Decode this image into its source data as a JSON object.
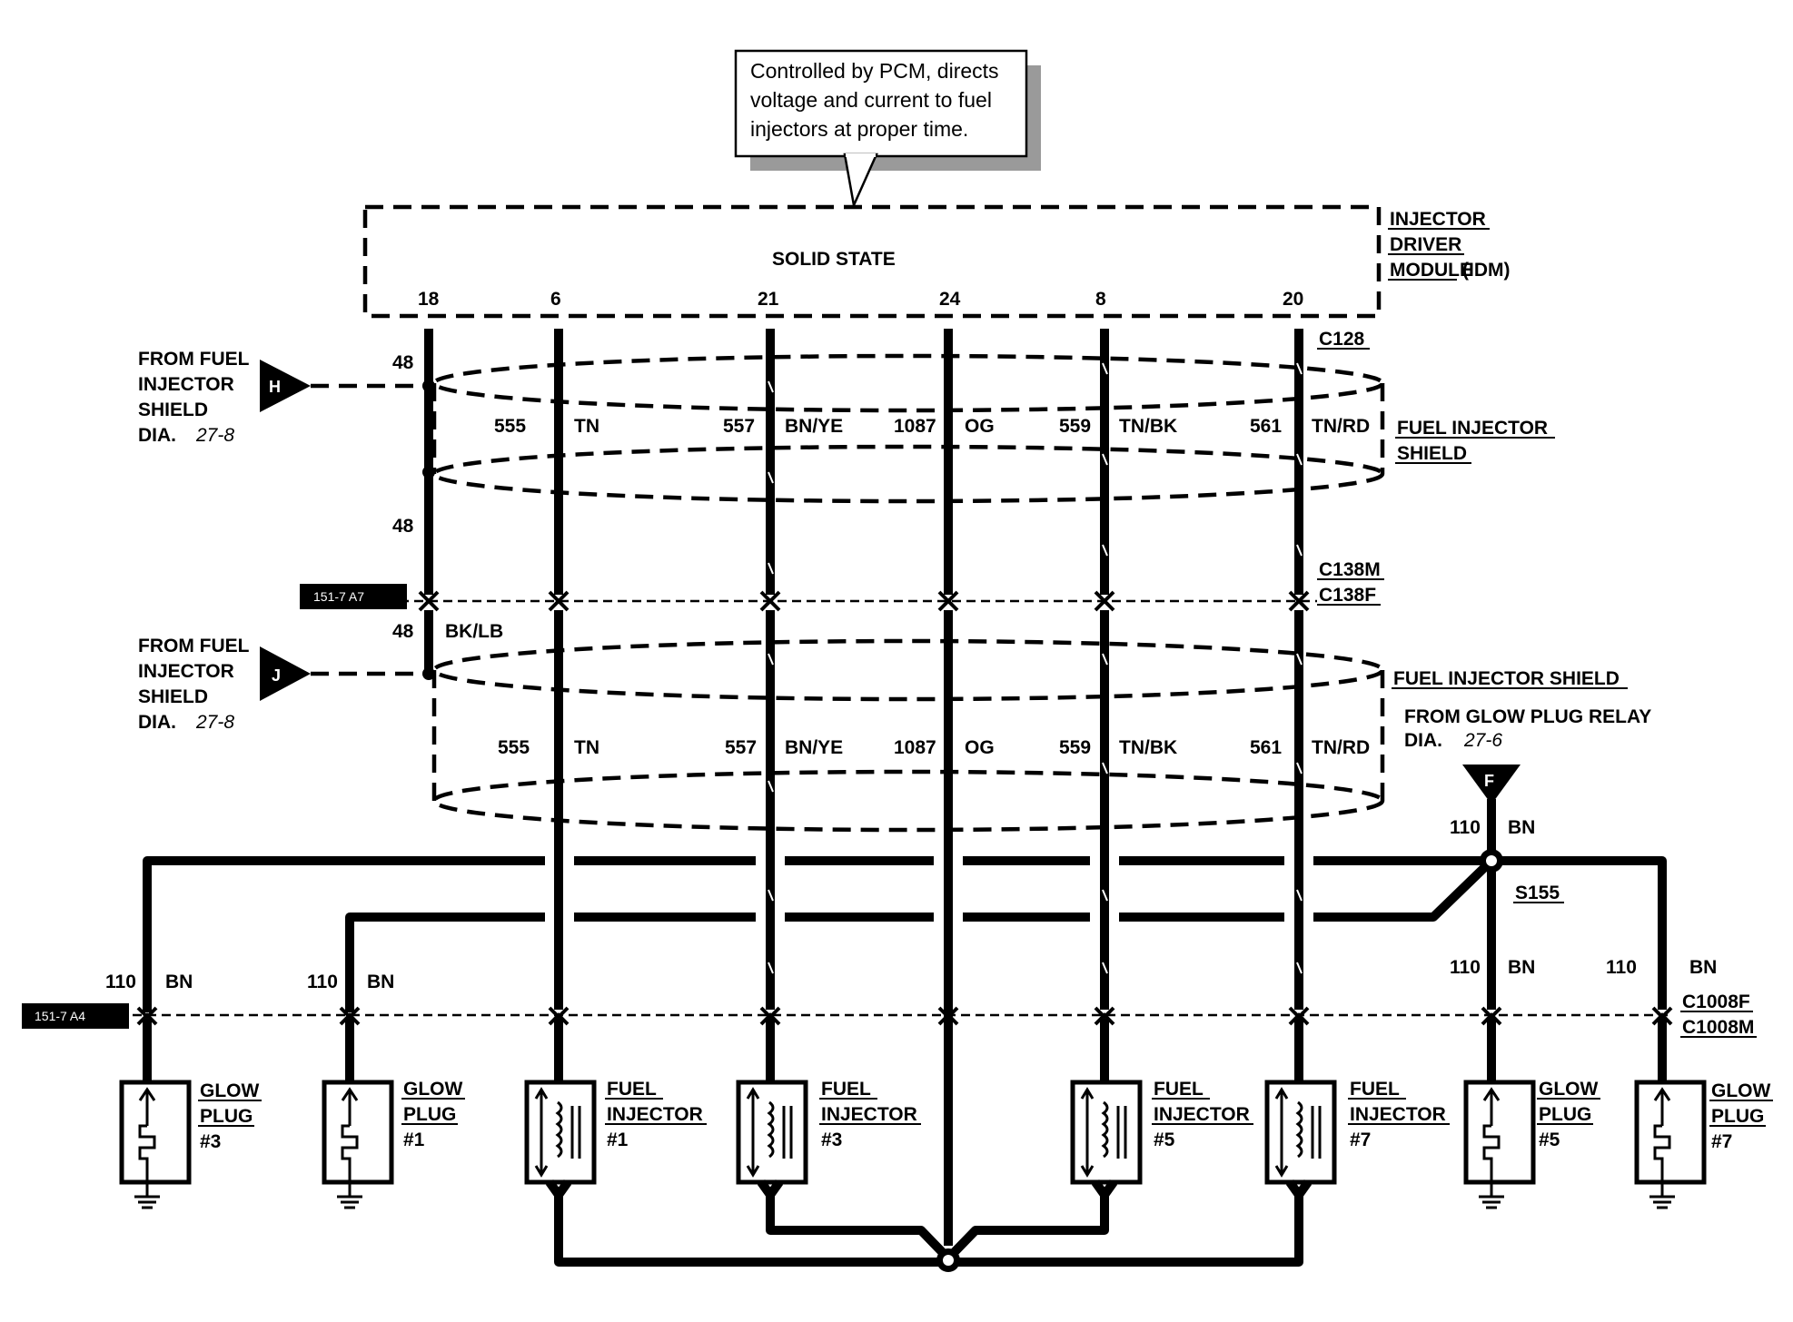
{
  "callout": {
    "line1": "Controlled by PCM, directs",
    "line2": "voltage and current to fuel",
    "line3": "injectors at proper time."
  },
  "module": {
    "title": "SOLID STATE",
    "name_line1": "INJECTOR",
    "name_line2": "DRIVER",
    "name_line3": "MODULE",
    "name_suffix": "(IDM)",
    "pins": [
      "18",
      "6",
      "21",
      "24",
      "8",
      "20"
    ]
  },
  "connectors": {
    "c128": "C128",
    "c138m": "C138M",
    "c138f": "C138F",
    "c1008f": "C1008F",
    "c1008m": "C1008M",
    "s155": "S155"
  },
  "refs": {
    "ref_top": "151-7 A7",
    "ref_bottom": "151-7 A4"
  },
  "shield_labels": {
    "top_line1": "FUEL INJECTOR",
    "top_line2": "SHIELD",
    "bottom": "FUEL INJECTOR SHIELD"
  },
  "from_shield_h": {
    "line1": "FROM FUEL",
    "line2": "INJECTOR",
    "line3": "SHIELD",
    "dia": "DIA.",
    "dia_num": "27-8",
    "letter": "H"
  },
  "from_shield_j": {
    "line1": "FROM FUEL",
    "line2": "INJECTOR",
    "line3": "SHIELD",
    "dia": "DIA.",
    "dia_num": "27-8",
    "letter": "J"
  },
  "from_glow": {
    "line1": "FROM GLOW PLUG RELAY",
    "dia": "DIA.",
    "dia_num": "27-6",
    "letter": "F"
  },
  "wires": {
    "w48": "48",
    "bk_lb": "BK/LB",
    "w555": "555",
    "tn": "TN",
    "w557": "557",
    "bn_ye": "BN/YE",
    "w1087": "1087",
    "og": "OG",
    "w559": "559",
    "tn_bk": "TN/BK",
    "w561": "561",
    "tn_rd": "TN/RD",
    "w110": "110",
    "bn": "BN"
  },
  "components": [
    {
      "line1": "GLOW",
      "line2": "PLUG",
      "line3": "#3"
    },
    {
      "line1": "GLOW",
      "line2": "PLUG",
      "line3": "#1"
    },
    {
      "line1": "FUEL",
      "line2": "INJECTOR",
      "line3": "#1"
    },
    {
      "line1": "FUEL",
      "line2": "INJECTOR",
      "line3": "#3"
    },
    {
      "line1": "FUEL",
      "line2": "INJECTOR",
      "line3": "#5"
    },
    {
      "line1": "FUEL",
      "line2": "INJECTOR",
      "line3": "#7"
    },
    {
      "line1": "GLOW",
      "line2": "PLUG",
      "line3": "#5"
    },
    {
      "line1": "GLOW",
      "line2": "PLUG",
      "line3": "#7"
    }
  ]
}
